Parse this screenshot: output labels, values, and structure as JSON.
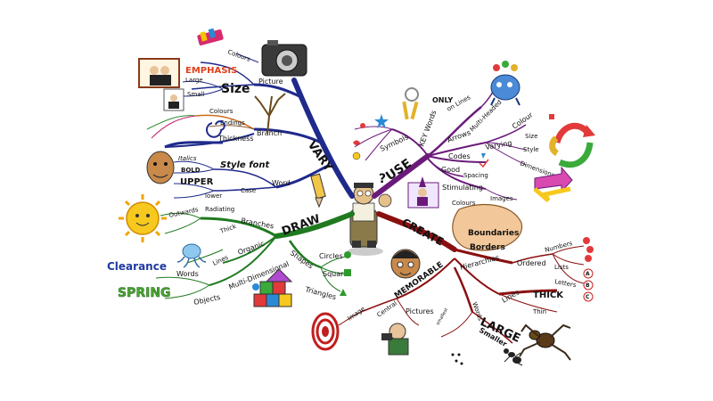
{
  "colors": {
    "vary": "#1f2a8a",
    "draw": "#1f7a1f",
    "use": "#6a1b7a",
    "create": "#8a1010",
    "flower": "#c81e6e",
    "branch_green": "#2e8b2e",
    "branch_blue": "#1c3aa0",
    "branch_brown": "#6b4a1a"
  },
  "main_branches": {
    "vary": "VARY",
    "draw": "DRAW",
    "use": "USE",
    "create": "CREATE"
  },
  "vary": {
    "picture": "Picture",
    "colours": "Colours",
    "emphasis": "EMPHASIS",
    "size": "Size",
    "large": "Large",
    "small": "Small",
    "branch": "Branch",
    "colours2": "Colours",
    "endings": "Endings",
    "thickness": "Thickness",
    "word": "Word",
    "style_font": "Style font",
    "italics": "Italics",
    "bold": "BOLD",
    "upper": "UPPER",
    "case": "Case",
    "lower": "lower"
  },
  "draw": {
    "branches": "Branches",
    "radiating": "Radiating",
    "outwards": "Outwards",
    "thick": "Thick",
    "organic": "Organic",
    "lines": "Lines",
    "multi_dimensional": "Multi-Dimensional",
    "words": "Words",
    "objects": "Objects",
    "clearance": "Clearance",
    "spring": "SPRING",
    "shapes": "Shapes",
    "circles": "Circles",
    "squares": "Squares",
    "triangles": "Triangles"
  },
  "use": {
    "key_words": "KEY Words",
    "only": "ONLY",
    "on_lines": "on Lines",
    "symbols": "Symbols",
    "arrows": "Arrows",
    "multi_headed": "Multi-Headed",
    "varying": "Varying",
    "colour": "Colour",
    "size": "Size",
    "style": "Style",
    "dimensions": "Dimensions",
    "codes": "Codes",
    "good": "Good",
    "spacing": "Spacing",
    "stimulating": "Stimulating",
    "images": "Images",
    "colours": "Colours"
  },
  "create": {
    "boundaries": "Boundaries",
    "borders": "Borders",
    "hierarchies": "Hierarchies",
    "ordered": "Ordered",
    "numbers": "Numbers",
    "lists": "Lists",
    "letters": "Letters",
    "words": "Words",
    "lines": "Lines",
    "thick": "THICK",
    "thin": "Thin",
    "large": "LARGE",
    "smaller": "Smaller",
    "smallest": "smallest",
    "memorable": "MEMORABLE",
    "pictures": "Pictures",
    "central": "Central",
    "image": "Image",
    "a": "A",
    "b": "B",
    "c": "C"
  }
}
